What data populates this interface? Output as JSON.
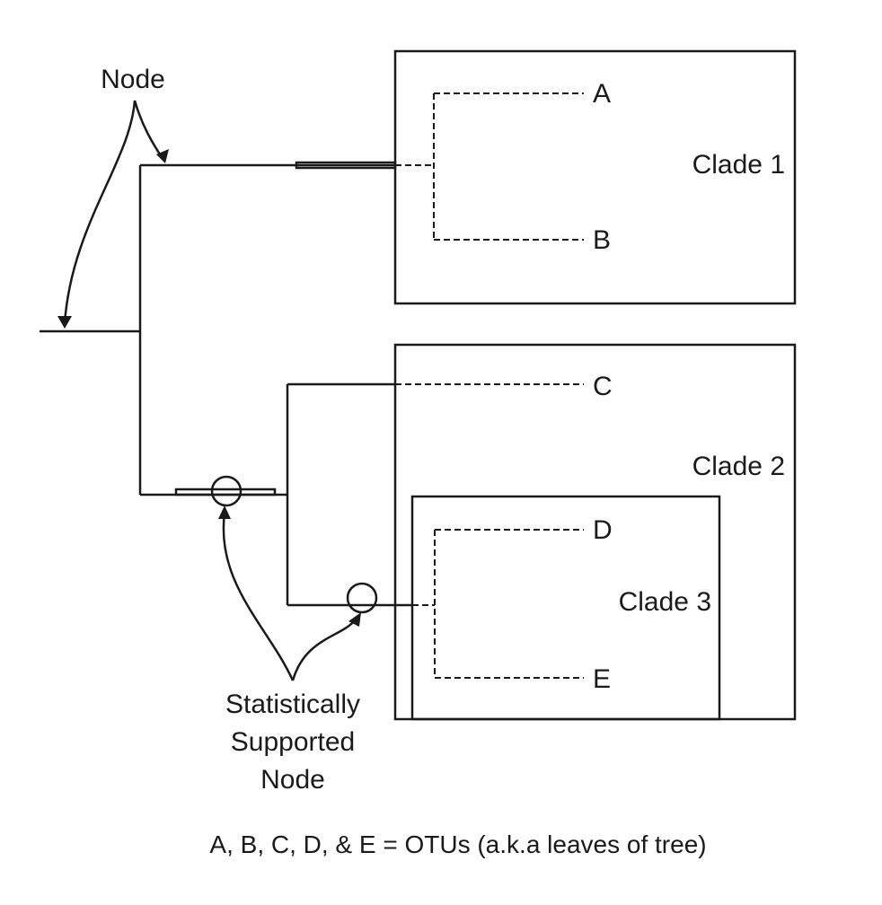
{
  "annotations": {
    "node_label": "Node",
    "supported_node_label_lines": [
      "Statistically",
      "Supported",
      "Node"
    ]
  },
  "clades": [
    {
      "id": "clade-1",
      "label": "Clade 1",
      "leaves": [
        "A",
        "B"
      ]
    },
    {
      "id": "clade-2",
      "label": "Clade 2",
      "leaves": [
        "C",
        "D",
        "E"
      ]
    },
    {
      "id": "clade-3",
      "label": "Clade 3",
      "leaves": [
        "D",
        "E"
      ]
    }
  ],
  "leaves": [
    "A",
    "B",
    "C",
    "D",
    "E"
  ],
  "caption": "A, B, C, D, & E = OTUs (a.k.a leaves of tree)",
  "colors": {
    "ink": "#1a1a1a",
    "stipple_light": "#cfcfcf",
    "stipple_dark": "#a9a9a9"
  }
}
